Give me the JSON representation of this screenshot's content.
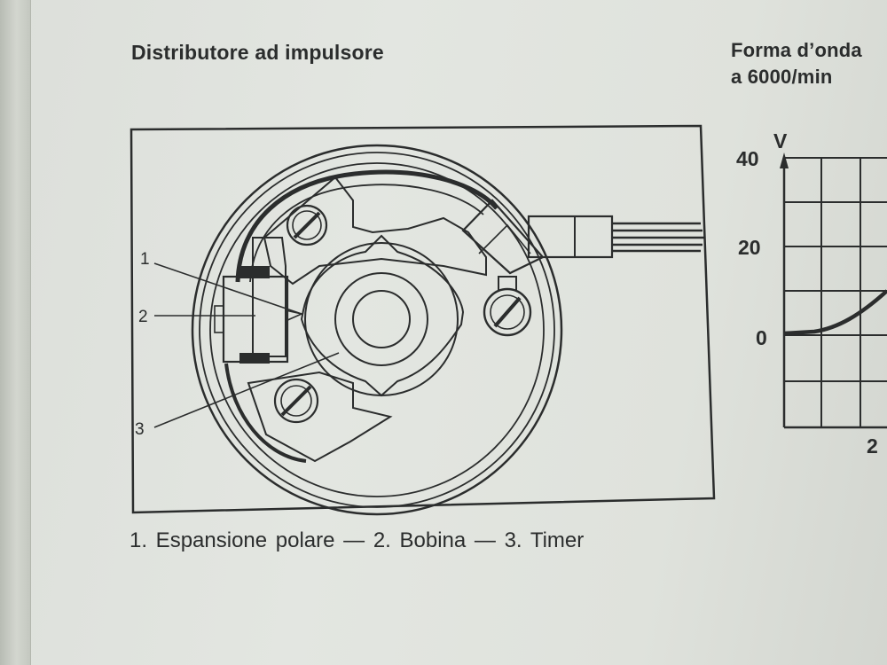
{
  "left_figure": {
    "title": "Distributore ad impulsore",
    "callouts": [
      "1",
      "2",
      "3"
    ],
    "caption": "1. Espansione polare — 2. Bobina — 3. Timer"
  },
  "right_figure": {
    "title_line1": "Forma d’onda",
    "title_line2": "a 6000/min",
    "y_axis_unit": "V",
    "y_ticks": [
      "40",
      "20",
      "0"
    ],
    "x_tick_partial": "2"
  }
}
